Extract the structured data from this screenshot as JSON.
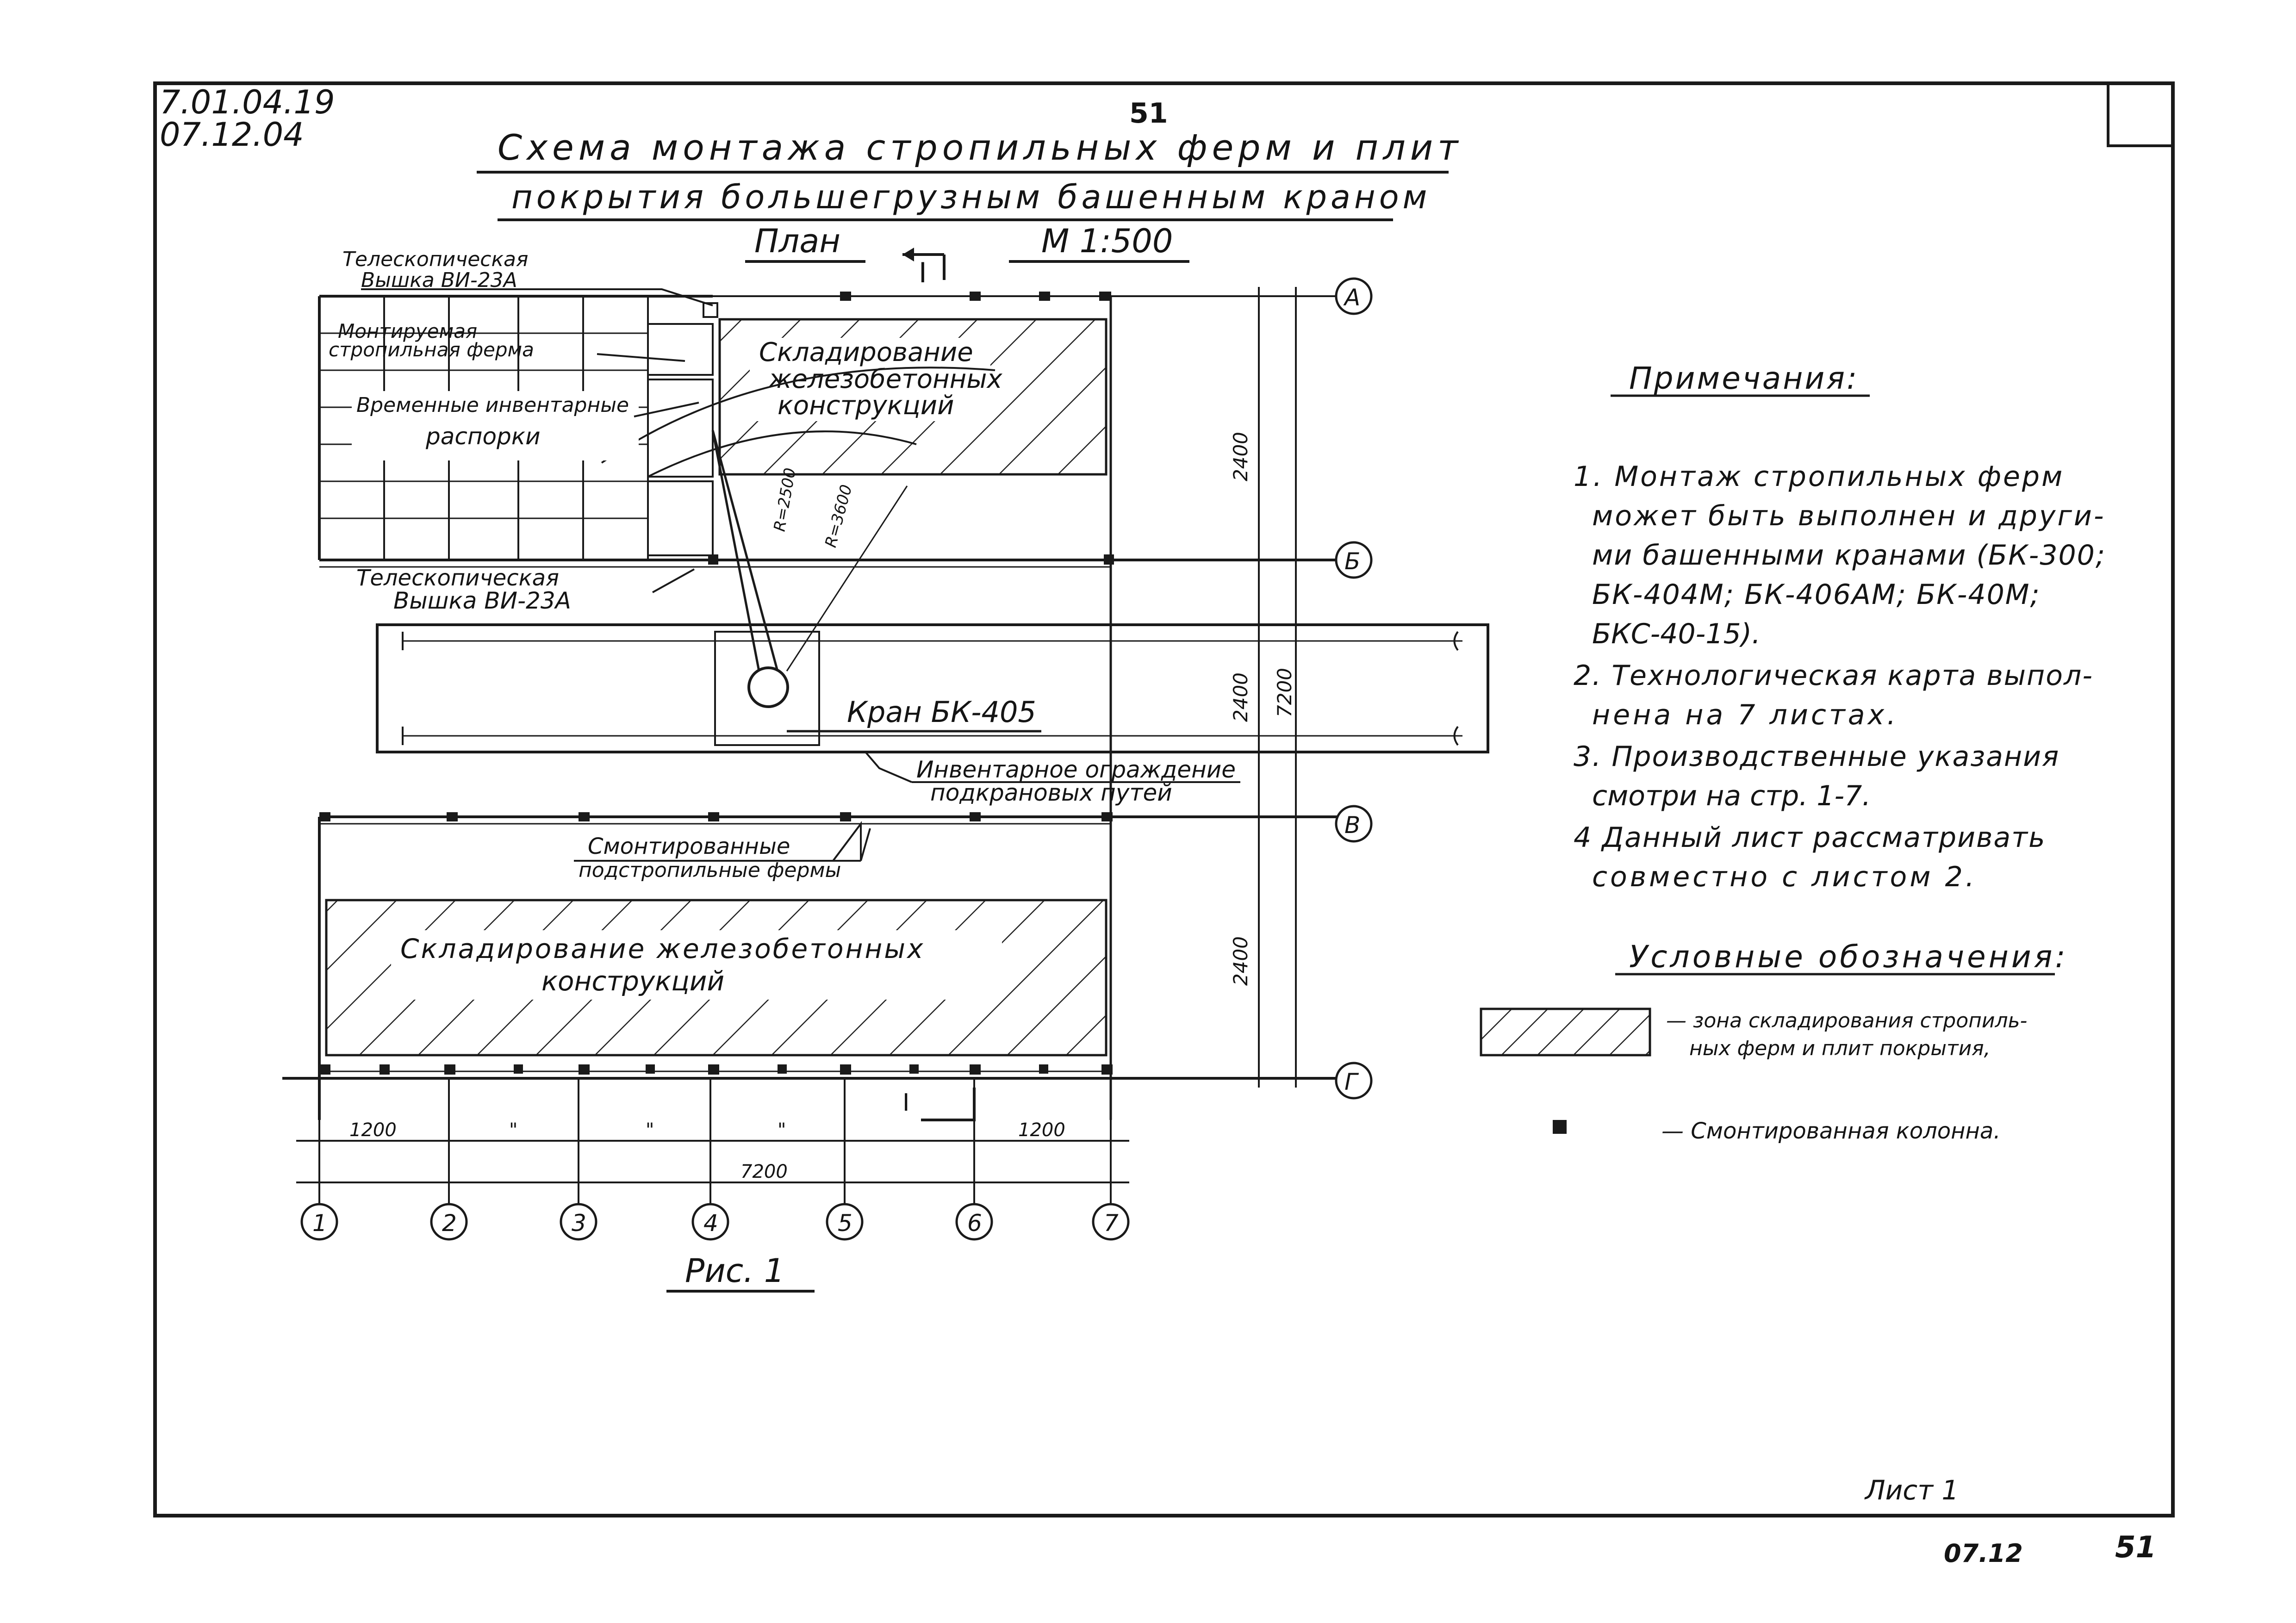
{
  "header": {
    "code_line1": "7.01.04.19",
    "code_line2": "07.12.04",
    "page_mark": "51",
    "title_line1": "Схема монтажа стропильных ферм и плит",
    "title_line2": "покрытия большегрузным башенным краном",
    "subtitle": "План",
    "scale": "М 1:500",
    "section_mark": "I"
  },
  "plan": {
    "axes_letters": [
      "А",
      "Б",
      "В",
      "Г"
    ],
    "axes_numbers": [
      "1",
      "2",
      "3",
      "4",
      "5",
      "6",
      "7"
    ],
    "label_tower_top_1": "Телескопическая",
    "label_tower_top_2": "Вышка ВИ-23А",
    "label_truss_1": "Монтируемая",
    "label_truss_2": "стропильная ферма",
    "label_braces_1": "Временные инвентарные",
    "label_braces_2": "распорки",
    "label_tower_bottom_1": "Телескопическая",
    "label_tower_bottom_2": "Вышка ВИ-23А",
    "storage_top_1": "Складирование",
    "storage_top_2": "железобетонных",
    "storage_top_3": "конструкций",
    "storage_bottom_1": "Складирование железобетонных",
    "storage_bottom_2": "конструкций",
    "crane_label": "Кран БК-405",
    "fence_label_1": "Инвентарное ограждение",
    "fence_label_2": "подкрановых путей",
    "subtrusses_1": "Смонтированные",
    "subtrusses_2": "подстропильные фермы",
    "radius_1": "R=2500",
    "radius_2": "R=3600",
    "dim_vertical_1": "2400",
    "dim_vertical_2": "2400",
    "dim_vertical_3": "2400",
    "dim_vertical_total": "7200",
    "dim_bottom_left": "1200",
    "dim_bottom_ditto_1": "\"",
    "dim_bottom_ditto_2": "\"",
    "dim_bottom_ditto_3": "\"",
    "dim_bottom_right": "1200",
    "dim_bottom_total": "7200",
    "figure_caption": "Рис. 1"
  },
  "notes": {
    "heading": "Примечания:",
    "lines": [
      "1. Монтаж стропильных ферм",
      "может быть выполнен и други-",
      "ми башенными кранами (БК-300;",
      "БК-404М; БК-406АМ; БК-40М;",
      "БКС-40-15).",
      "2. Технологическая карта выпол-",
      "нена на 7 листах.",
      "3. Производственные указания",
      "смотри на стр. 1-7.",
      "4 Данный лист рассматривать",
      "совместно с листом 2."
    ]
  },
  "legend": {
    "heading": "Условные обозначения:",
    "hatch_desc_1": "— зона складирования стропиль-",
    "hatch_desc_2": "ных ферм и плит покрытия,",
    "column_desc": "— Смонтированная колонна."
  },
  "footer": {
    "sheet_label": "Лист 1",
    "bottom_code": "07.12",
    "bottom_page": "51"
  }
}
